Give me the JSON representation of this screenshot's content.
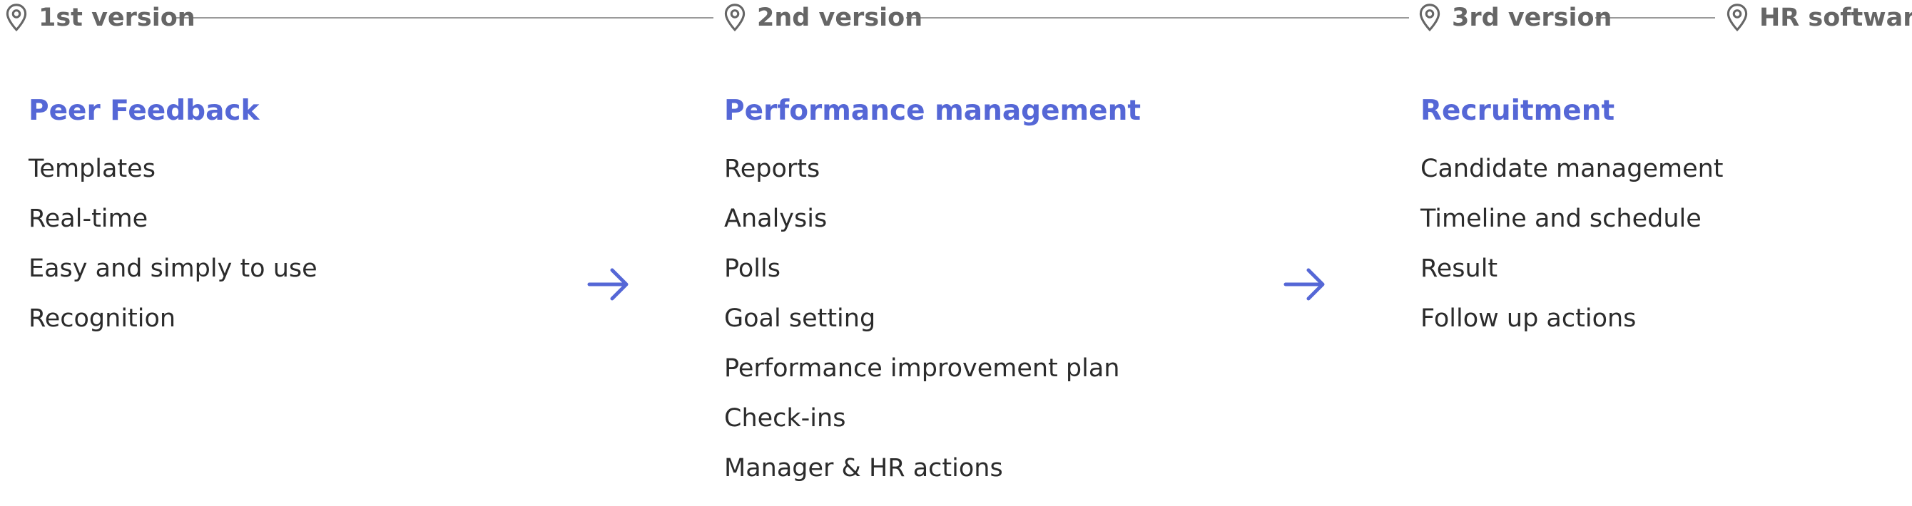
{
  "timeline": {
    "milestones": [
      {
        "label": "1st version"
      },
      {
        "label": "2nd version"
      },
      {
        "label": "3rd version"
      },
      {
        "label": "HR software"
      }
    ],
    "line_color": "#9a9a9a",
    "marker_icon": "map-pin-icon"
  },
  "columns": [
    {
      "title": "Peer Feedback",
      "items": [
        "Templates",
        "Real-time",
        "Easy and simply to use",
        "Recognition"
      ]
    },
    {
      "title": "Performance management",
      "items": [
        "Reports",
        "Analysis",
        "Polls",
        "Goal setting",
        "Performance improvement plan",
        "Check-ins",
        "Manager & HR actions"
      ]
    },
    {
      "title": "Recruitment",
      "items": [
        "Candidate management",
        "Timeline and schedule",
        "Result",
        "Follow up actions"
      ]
    }
  ],
  "connectors": {
    "icon": "arrow-right-icon",
    "count": 2
  },
  "colors": {
    "accent": "#5567d6",
    "milestone_text": "#666666",
    "body_text": "#2b2b2b"
  }
}
